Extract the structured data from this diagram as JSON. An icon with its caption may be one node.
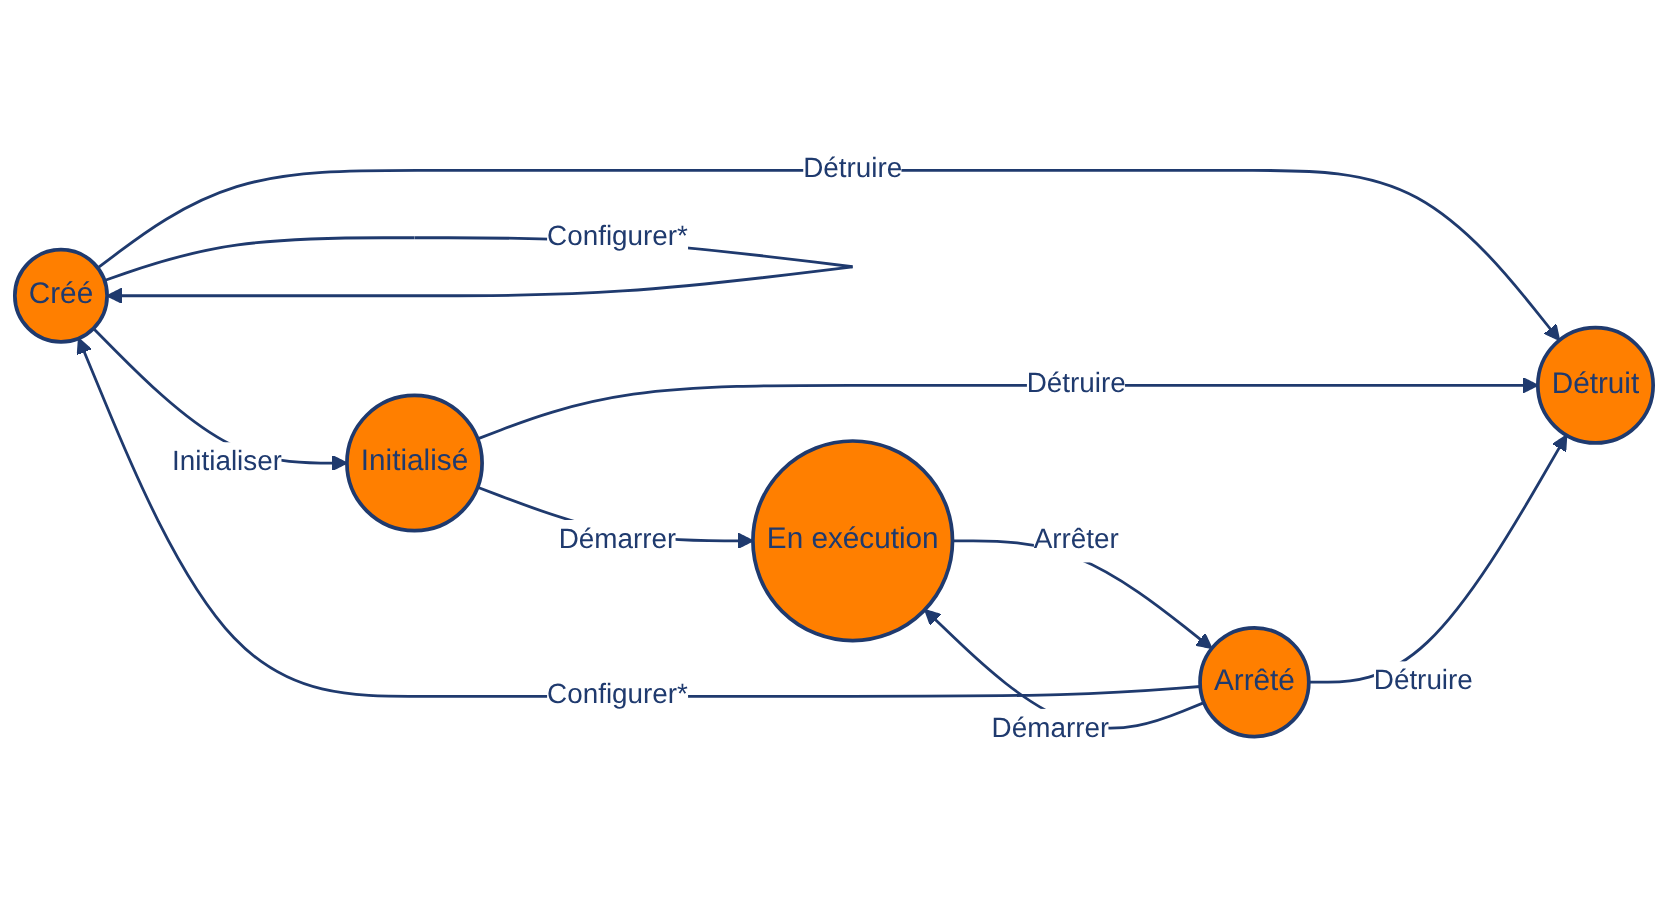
{
  "diagram": {
    "nodes": [
      {
        "text": [
          "Créé"
        ]
      },
      {
        "text": [
          "Initialisé"
        ]
      },
      {
        "text": [
          "Détruit"
        ]
      },
      {
        "text": [
          "Arrêté"
        ]
      },
      {
        "text": [
          "En exécution"
        ]
      }
    ],
    "edges": [
      {
        "from": 0,
        "to": 0,
        "arrow": "to",
        "label": "Configurer*"
      },
      {
        "from": 0,
        "to": 1,
        "arrow": "to",
        "label": "Initialiser"
      },
      {
        "from": 0,
        "to": 2,
        "arrow": "to",
        "label": "Détruire"
      },
      {
        "from": 1,
        "to": 2,
        "arrow": "to",
        "label": "Détruire"
      },
      {
        "from": 1,
        "to": 4,
        "arrow": "to",
        "label": "Démarrer"
      },
      {
        "from": 3,
        "to": 2,
        "arrow": "to",
        "label": "Détruire"
      },
      {
        "from": 3,
        "to": 0,
        "arrow": "to",
        "label": "Configurer*"
      },
      {
        "from": 4,
        "to": 3,
        "arrow": "to",
        "label": "Arrêter"
      },
      {
        "from": 3,
        "to": 4,
        "arrow": "to",
        "label": "Démarrer"
      }
    ]
  }
}
